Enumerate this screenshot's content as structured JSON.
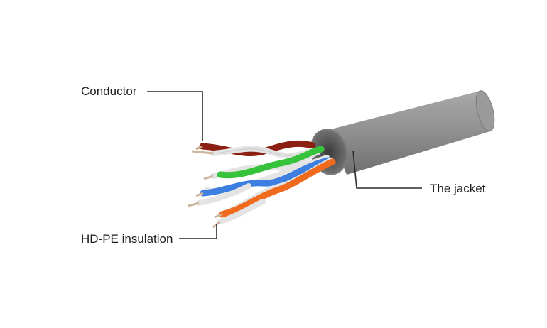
{
  "labels": {
    "conductor": "Conductor",
    "jacket": "The jacket",
    "insulation": "HD-PE insulation"
  },
  "colors": {
    "background": "#ffffff",
    "jacket": "#8e8e8e",
    "leader_line": "#2a2a2a",
    "conductor_copper": "#c9a27a",
    "pair_brown": "#8b1f12",
    "pair_green": "#36c23a",
    "pair_blue": "#3d7fe0",
    "pair_orange": "#f06a1e",
    "white_stripe": "#e6e6e6"
  },
  "wire_pairs": [
    {
      "name": "brown",
      "color": "#8b1f12"
    },
    {
      "name": "green",
      "color": "#36c23a"
    },
    {
      "name": "blue",
      "color": "#3d7fe0"
    },
    {
      "name": "orange",
      "color": "#f06a1e"
    }
  ]
}
